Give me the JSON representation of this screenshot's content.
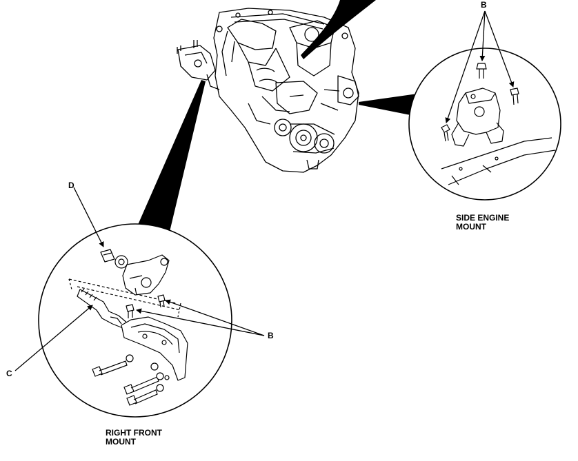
{
  "callouts": {
    "b_top": "B",
    "b_left": "B",
    "c": "C",
    "d": "D"
  },
  "captions": {
    "side_mount_line1": "SIDE ENGINE",
    "side_mount_line2": "MOUNT",
    "right_front_line1": "RIGHT FRONT",
    "right_front_line2": "MOUNT"
  },
  "colors": {
    "ink": "#000000",
    "paper": "#ffffff"
  }
}
